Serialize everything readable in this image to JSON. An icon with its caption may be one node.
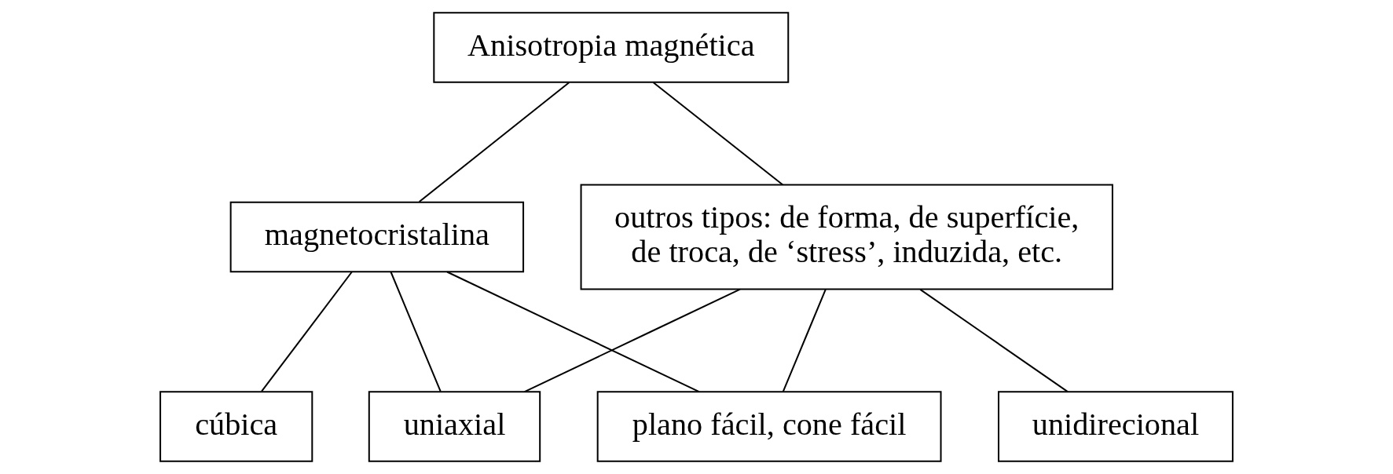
{
  "diagram": {
    "nodes": [
      {
        "text": [
          "Anisotropia magnética"
        ]
      },
      {
        "text": [
          "magnetocristalina"
        ]
      },
      {
        "text": [
          "outros tipos: de forma, de superfície, de troca, de ‘stress’, induzida, etc."
        ]
      },
      {
        "text": [
          "cúbica"
        ]
      },
      {
        "text": [
          "uniaxial"
        ]
      },
      {
        "text": [
          "plano fácil, cone fácil"
        ]
      },
      {
        "text": [
          "unidirecional"
        ]
      }
    ],
    "edges": [
      {
        "from": 0,
        "to": 1,
        "arrow": "none"
      },
      {
        "from": 0,
        "to": 2,
        "arrow": "none"
      },
      {
        "from": 1,
        "to": 3,
        "arrow": "none"
      },
      {
        "from": 1,
        "to": 4,
        "arrow": "none"
      },
      {
        "from": 1,
        "to": 5,
        "arrow": "none"
      },
      {
        "from": 2,
        "to": 4,
        "arrow": "none"
      },
      {
        "from": 2,
        "to": 5,
        "arrow": "none"
      },
      {
        "from": 2,
        "to": 6,
        "arrow": "none"
      }
    ]
  }
}
